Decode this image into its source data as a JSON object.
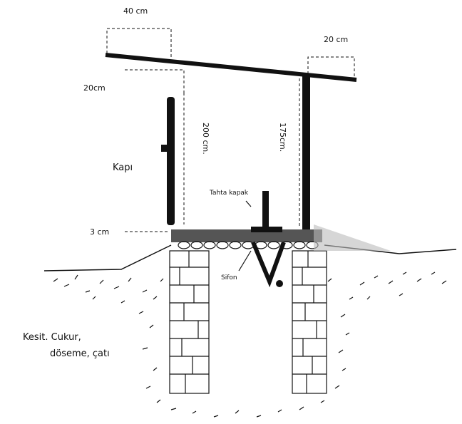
{
  "labels": {
    "roof_overhang_left": "40 cm",
    "roof_overhang_right": "20 cm",
    "door_top_gap": "20cm",
    "door_height": "200 cm.",
    "wall_height": "175cm.",
    "door": "Kapı",
    "floor_gap": "3 cm",
    "lid": "Tahta kapak",
    "trap": "Sifon",
    "caption_line1": "Kesit. Cukur,",
    "caption_line2": "döseme, çatı"
  },
  "colors": {
    "ink": "#111111",
    "paper": "#ffffff"
  }
}
